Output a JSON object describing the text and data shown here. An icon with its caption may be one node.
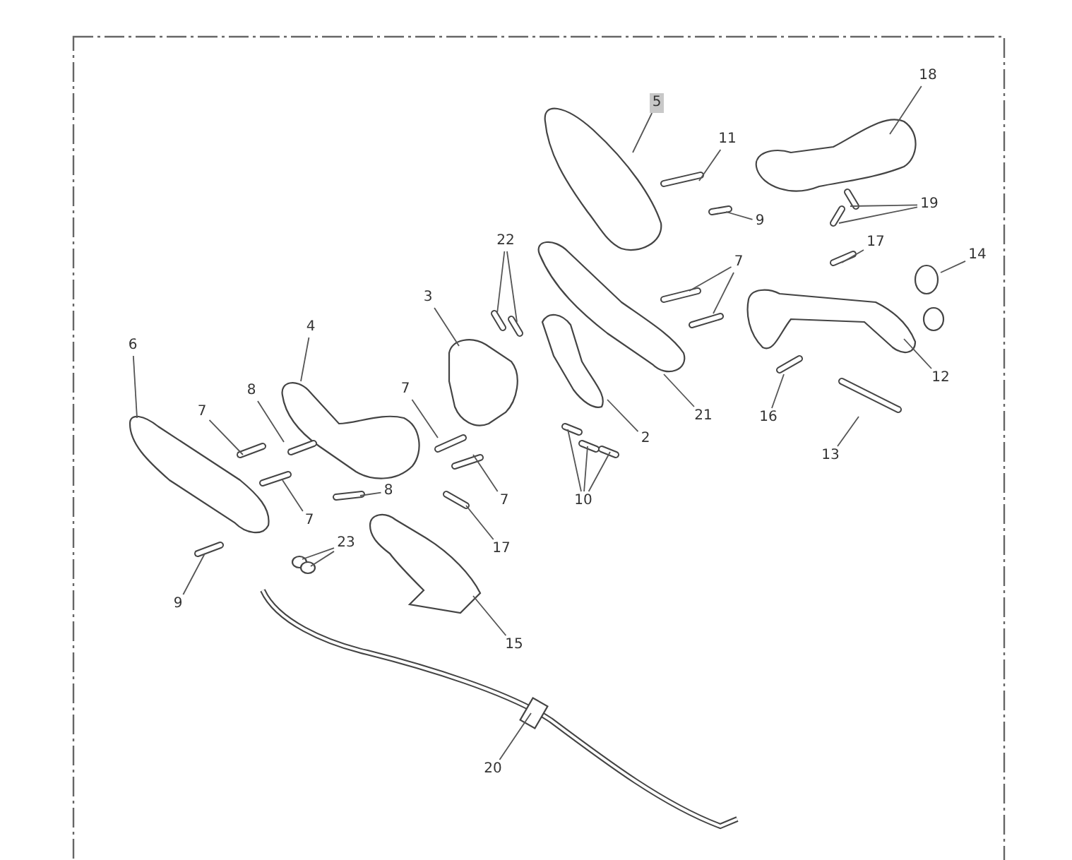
{
  "diagram": {
    "nodes": [
      {
        "text": [
          "5"
        ]
      },
      {
        "text": [
          "11"
        ]
      },
      {
        "text": [
          "9"
        ]
      },
      {
        "text": [
          "18"
        ]
      },
      {
        "text": [
          "19"
        ]
      },
      {
        "text": [
          "17"
        ]
      },
      {
        "text": [
          "14"
        ]
      },
      {
        "text": [
          "22"
        ]
      },
      {
        "text": [
          "3"
        ]
      },
      {
        "text": [
          "7"
        ]
      },
      {
        "text": [
          "21"
        ]
      },
      {
        "text": [
          "12"
        ]
      },
      {
        "text": [
          "6"
        ]
      },
      {
        "text": [
          "4"
        ]
      },
      {
        "text": [
          "8"
        ]
      },
      {
        "text": [
          "7"
        ]
      },
      {
        "text": [
          "7"
        ]
      },
      {
        "text": [
          "2"
        ]
      },
      {
        "text": [
          "16"
        ]
      },
      {
        "text": [
          "13"
        ]
      },
      {
        "text": [
          "7"
        ]
      },
      {
        "text": [
          "10"
        ]
      },
      {
        "text": [
          "7"
        ]
      },
      {
        "text": [
          "8"
        ]
      },
      {
        "text": [
          "17"
        ]
      },
      {
        "text": [
          "23"
        ]
      },
      {
        "text": [
          "9"
        ]
      },
      {
        "text": [
          "15"
        ]
      },
      {
        "text": [
          "20"
        ]
      }
    ],
    "edges": [
      {
        "from": 0,
        "to": null,
        "arrow": "none"
      },
      {
        "from": 1,
        "to": null,
        "arrow": "none"
      },
      {
        "from": 2,
        "to": null,
        "arrow": "none"
      },
      {
        "from": 3,
        "to": null,
        "arrow": "none"
      },
      {
        "from": 4,
        "to": null,
        "arrow": "none"
      },
      {
        "from": 4,
        "to": null,
        "arrow": "none"
      },
      {
        "from": 5,
        "to": null,
        "arrow": "none"
      },
      {
        "from": 6,
        "to": null,
        "arrow": "none"
      },
      {
        "from": 7,
        "to": null,
        "arrow": "none"
      },
      {
        "from": 7,
        "to": null,
        "arrow": "none"
      },
      {
        "from": 8,
        "to": null,
        "arrow": "none"
      },
      {
        "from": 9,
        "to": null,
        "arrow": "none"
      },
      {
        "from": 9,
        "to": null,
        "arrow": "none"
      },
      {
        "from": 10,
        "to": null,
        "arrow": "none"
      },
      {
        "from": 11,
        "to": null,
        "arrow": "none"
      },
      {
        "from": 12,
        "to": null,
        "arrow": "none"
      },
      {
        "from": 13,
        "to": null,
        "arrow": "none"
      },
      {
        "from": 14,
        "to": null,
        "arrow": "none"
      },
      {
        "from": 15,
        "to": null,
        "arrow": "none"
      },
      {
        "from": 16,
        "to": null,
        "arrow": "none"
      },
      {
        "from": 17,
        "to": null,
        "arrow": "none"
      },
      {
        "from": 18,
        "to": null,
        "arrow": "none"
      },
      {
        "from": 19,
        "to": null,
        "arrow": "none"
      },
      {
        "from": 20,
        "to": null,
        "arrow": "none"
      },
      {
        "from": 21,
        "to": null,
        "arrow": "none"
      },
      {
        "from": 21,
        "to": null,
        "arrow": "none"
      },
      {
        "from": 21,
        "to": null,
        "arrow": "none"
      },
      {
        "from": 22,
        "to": null,
        "arrow": "none"
      },
      {
        "from": 23,
        "to": null,
        "arrow": "none"
      },
      {
        "from": 24,
        "to": null,
        "arrow": "none"
      },
      {
        "from": 25,
        "to": null,
        "arrow": "none"
      },
      {
        "from": 25,
        "to": null,
        "arrow": "none"
      },
      {
        "from": 26,
        "to": null,
        "arrow": "none"
      },
      {
        "from": 27,
        "to": null,
        "arrow": "none"
      },
      {
        "from": 28,
        "to": null,
        "arrow": "none"
      }
    ]
  }
}
